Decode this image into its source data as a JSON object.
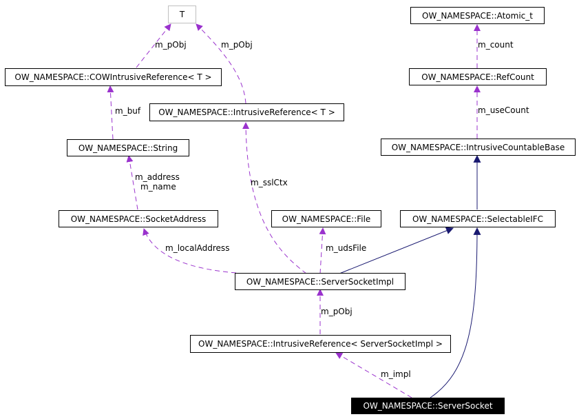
{
  "nodes": {
    "t": "T",
    "atomic": "OW_NAMESPACE::Atomic_t",
    "cow_ref": "OW_NAMESPACE::COWIntrusiveReference< T >",
    "refcount": "OW_NAMESPACE::RefCount",
    "intrusive_ref": "OW_NAMESPACE::IntrusiveReference< T >",
    "string": "OW_NAMESPACE::String",
    "countable_base": "OW_NAMESPACE::IntrusiveCountableBase",
    "socket_address": "OW_NAMESPACE::SocketAddress",
    "file": "OW_NAMESPACE::File",
    "selectable": "OW_NAMESPACE::SelectableIFC",
    "server_socket_impl": "OW_NAMESPACE::ServerSocketImpl",
    "intrusive_ref_impl": "OW_NAMESPACE::IntrusiveReference< ServerSocketImpl >",
    "server_socket": "OW_NAMESPACE::ServerSocket"
  },
  "edge_labels": {
    "m_pobj_cow": "m_pObj",
    "m_pobj_intrusive": "m_pObj",
    "m_count": "m_count",
    "m_buf": "m_buf",
    "m_usecount": "m_useCount",
    "m_address": "m_address",
    "m_name": "m_name",
    "m_sslctx": "m_sslCtx",
    "m_localaddress": "m_localAddress",
    "m_udsfile": "m_udsFile",
    "m_pobj_impl": "m_pObj",
    "m_impl": "m_impl"
  },
  "colors": {
    "usage_edge": "#9a32cd",
    "inheritance_edge": "#191970",
    "highlight_node": "#000000"
  }
}
